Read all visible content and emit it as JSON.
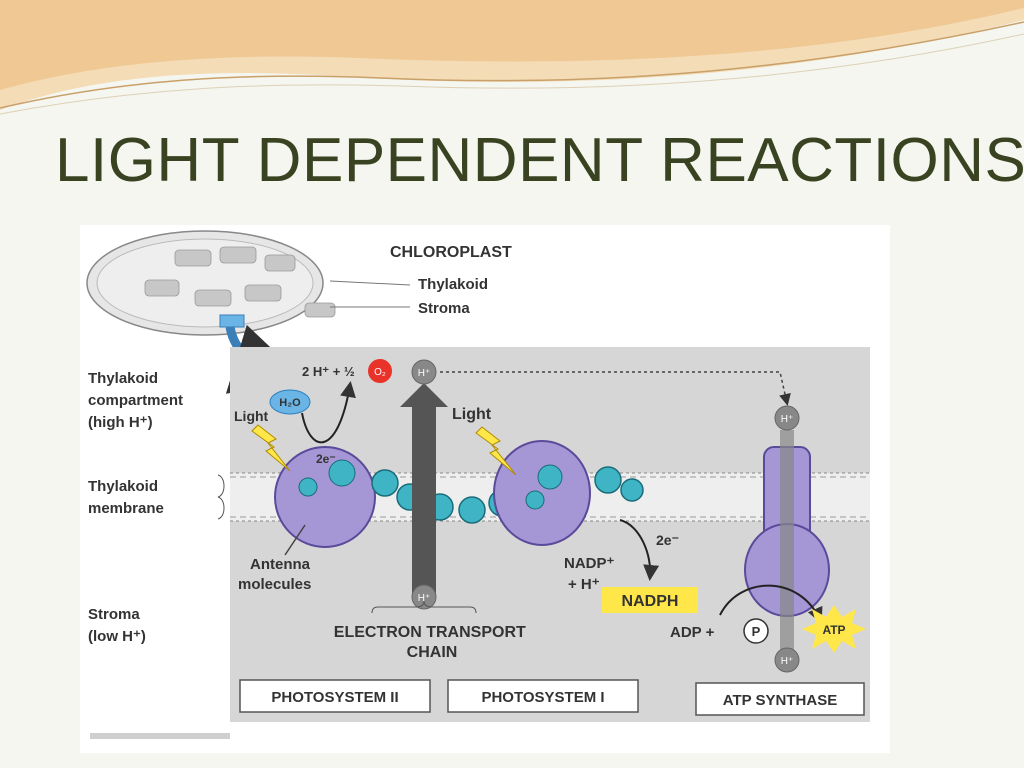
{
  "slide": {
    "title": "LIGHT DEPENDENT REACTIONS"
  },
  "colors": {
    "title": "#3a4321",
    "accent_swoosh": "#e8b67a",
    "thylakoid_bg": "#d6d6d6",
    "protein": "#a596d6",
    "carrier": "#3fb4c4",
    "highlight": "#ffe74a",
    "oxygen": "#e8322a"
  },
  "chloroplast": {
    "title": "CHLOROPLAST",
    "thylakoid_label": "Thylakoid",
    "stroma_label": "Stroma"
  },
  "regions": {
    "compartment": [
      "Thylakoid",
      "compartment",
      "(high H⁺)"
    ],
    "membrane": [
      "Thylakoid",
      "membrane"
    ],
    "stroma": [
      "Stroma",
      "(low H⁺)"
    ]
  },
  "labels": {
    "light_1": "Light",
    "light_2": "Light",
    "water": "H₂O",
    "water_split": "2 H⁺ + ½",
    "oxygen": "O₂",
    "hplus": "H⁺",
    "electrons": "2e⁻",
    "antenna": [
      "Antenna",
      "molecules"
    ],
    "nadp": [
      "NADP⁺",
      "+ H⁺"
    ],
    "nadph": "NADPH",
    "etc": [
      "ELECTRON TRANSPORT",
      "CHAIN"
    ],
    "adp": "ADP +",
    "phosphate": "P",
    "atp": "ATP"
  },
  "boxes": {
    "ps2": "PHOTOSYSTEM II",
    "ps1": "PHOTOSYSTEM I",
    "atp_synthase": "ATP SYNTHASE"
  }
}
